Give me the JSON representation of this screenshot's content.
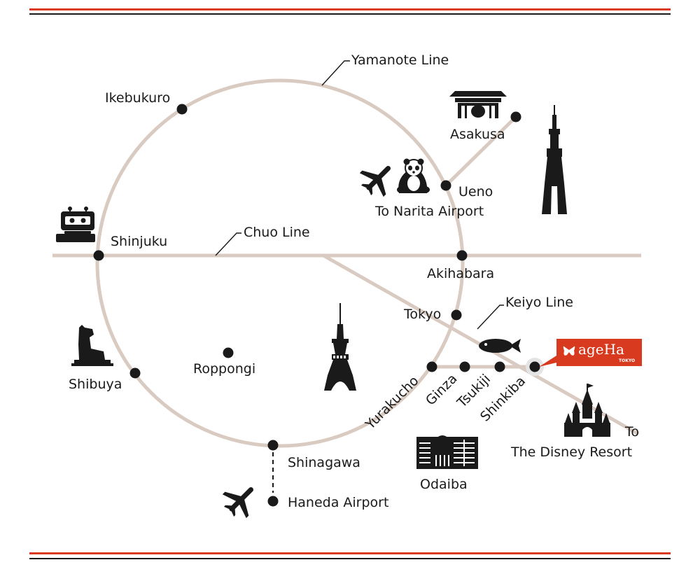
{
  "lines": {
    "yamanote": "Yamanote Line",
    "chuo": "Chuo Line",
    "keiyo": "Keiyo Line"
  },
  "stations": {
    "ikebukuro": "Ikebukuro",
    "asakusa": "Asakusa",
    "ueno": "Ueno",
    "shinjuku": "Shinjuku",
    "akihabara": "Akihabara",
    "tokyo": "Tokyo",
    "shibuya": "Shibuya",
    "roppongi": "Roppongi",
    "yurakucho": "Yurakucho",
    "ginza": "Ginza",
    "tsukiji": "Tsukiji",
    "shinkiba": "Shinkiba",
    "shinagawa": "Shinagawa",
    "haneda": "Haneda Airport",
    "odaiba": "Odaiba"
  },
  "destinations": {
    "narita": "To Narita Airport",
    "disney_to": "To",
    "disney_name": "The Disney Resort"
  },
  "logo": {
    "text": "ageHa",
    "subtext": "TOKYO",
    "color": "#d83a1f"
  },
  "colors": {
    "rail": "#d9cbc1",
    "frame_red": "#d83a1f",
    "frame_dark": "#1a1a1a",
    "ink": "#1a1a1a"
  },
  "icons": [
    "robot-icon",
    "temple-gate-icon",
    "skytree-icon",
    "plane-icon",
    "panda-icon",
    "dog-statue-icon",
    "tokyo-tower-icon",
    "fish-icon",
    "castle-icon",
    "building-icon"
  ]
}
